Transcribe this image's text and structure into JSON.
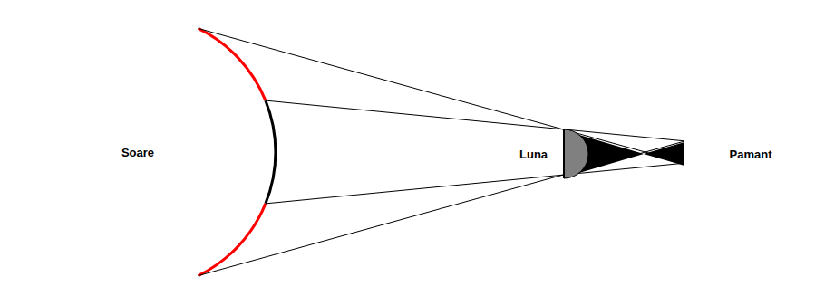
{
  "diagram": {
    "nodes": [
      {
        "text": [
          "Soare"
        ]
      },
      {
        "text": [
          "Luna"
        ]
      },
      {
        "text": [
          "Pamant"
        ]
      }
    ]
  }
}
